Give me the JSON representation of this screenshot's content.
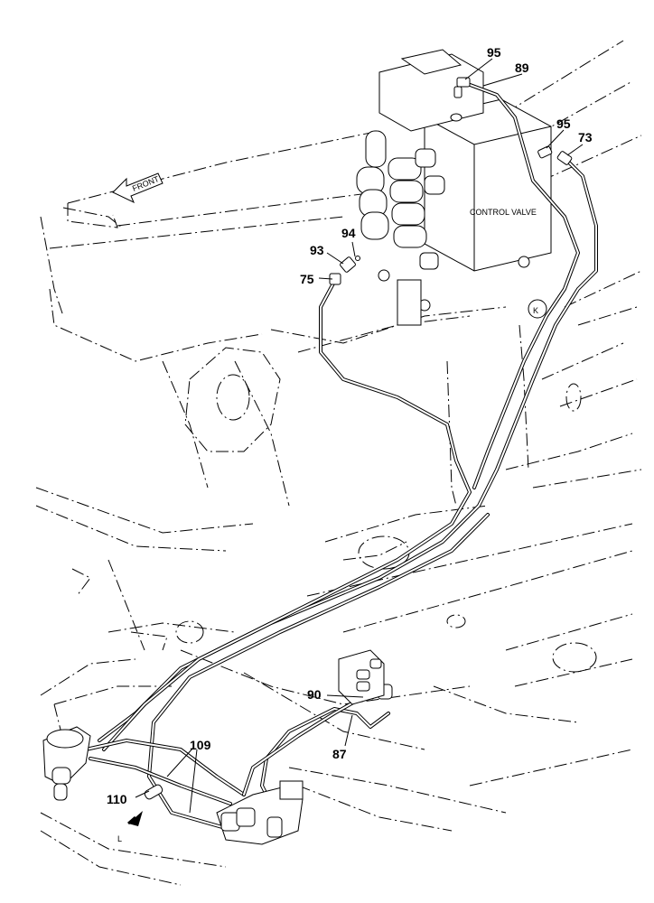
{
  "diagram": {
    "front_label": "FRONT",
    "control_valve_label": "CONTROL VALVE",
    "view_marker": "K",
    "view_arrow_label": "L",
    "callouts": {
      "c95a": "95",
      "c89": "89",
      "c95b": "95",
      "c73": "73",
      "c94": "94",
      "c93": "93",
      "c75": "75",
      "c90": "90",
      "c87": "87",
      "c109": "109",
      "c110": "110"
    }
  }
}
